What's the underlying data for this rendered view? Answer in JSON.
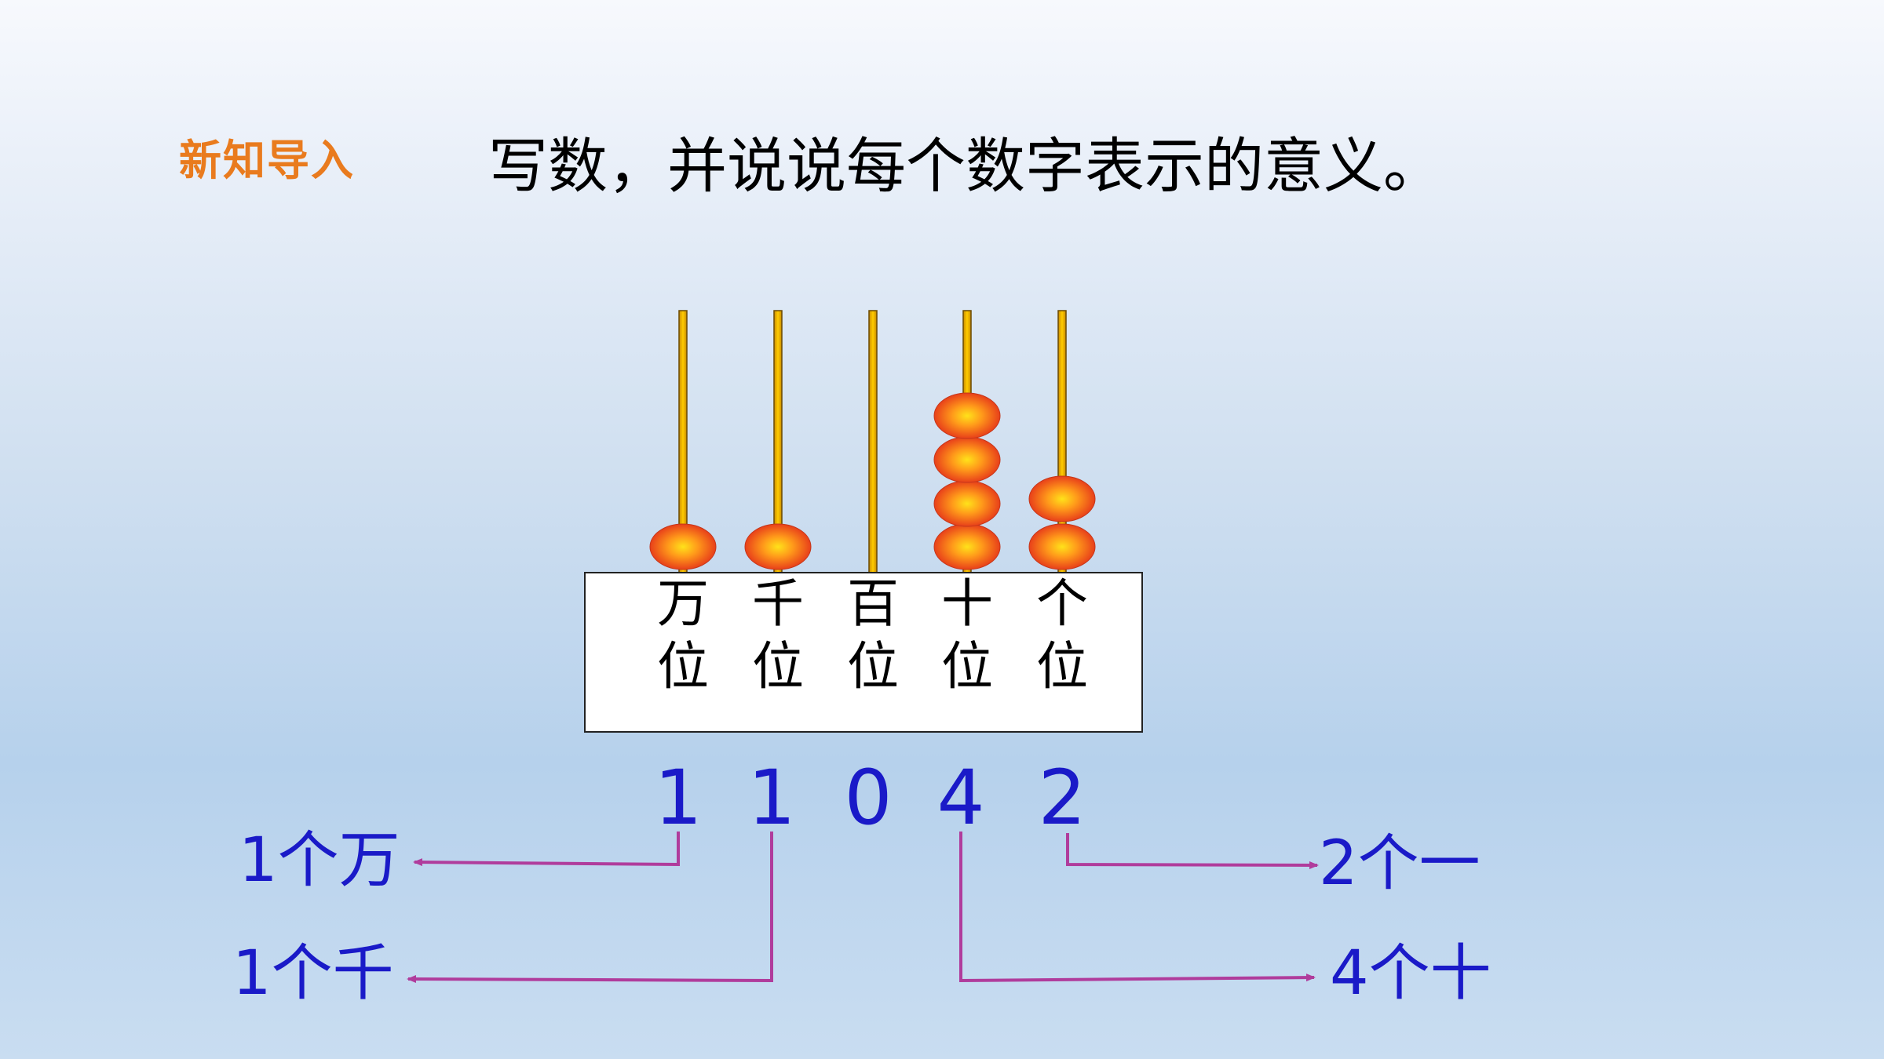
{
  "header": {
    "section_tag": "新知导入",
    "instruction": "写数，并说说每个数字表示的意义。"
  },
  "abacus": {
    "places": [
      {
        "top": "万",
        "bottom": "位",
        "beads": 1,
        "digit": "1",
        "meaning": "1个万"
      },
      {
        "top": "千",
        "bottom": "位",
        "beads": 1,
        "digit": "1",
        "meaning": "1个千"
      },
      {
        "top": "百",
        "bottom": "位",
        "beads": 0,
        "digit": "0",
        "meaning": ""
      },
      {
        "top": "十",
        "bottom": "位",
        "beads": 4,
        "digit": "4",
        "meaning": "4个十"
      },
      {
        "top": "个",
        "bottom": "位",
        "beads": 2,
        "digit": "2",
        "meaning": "2个一"
      }
    ]
  },
  "colors": {
    "section_tag": "#e97b1e",
    "digits": "#1a1ac8",
    "arrows": "#b03c9c",
    "rod": "#f5b800",
    "bead_center": "#ffd21a",
    "bead_edge": "#e8401a"
  }
}
